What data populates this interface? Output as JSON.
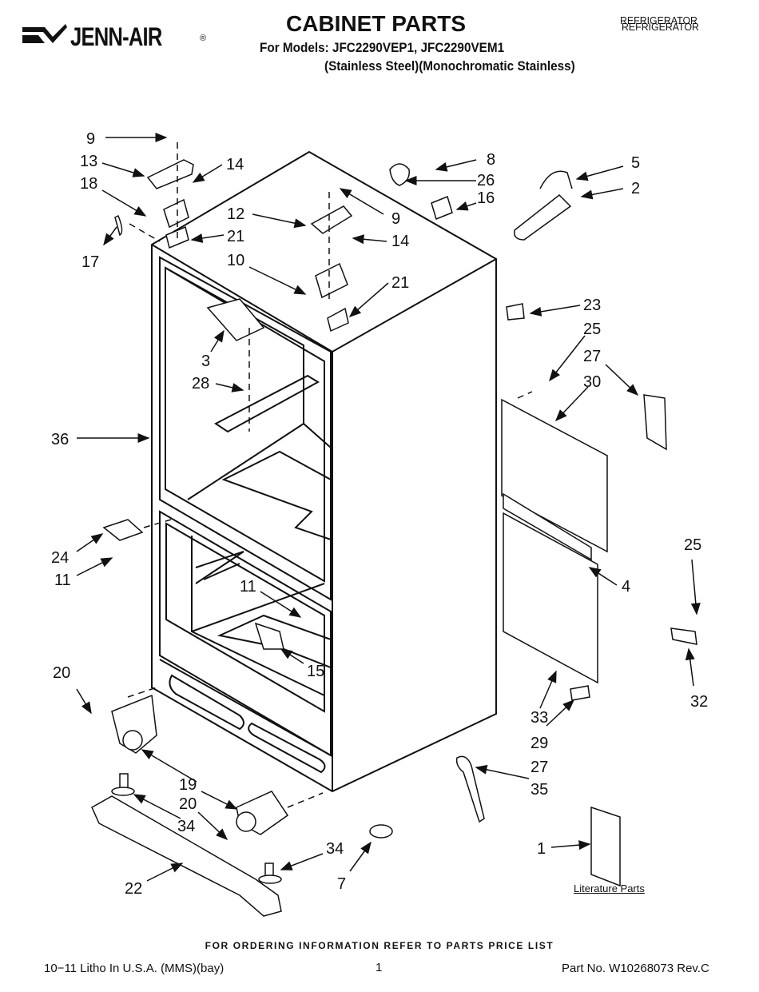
{
  "header": {
    "brand": "JENN-AIR",
    "brand_mark": "®",
    "title": "CABINET PARTS",
    "models_line1": "For Models: JFC2290VEP1, JFC2290VEM1",
    "models_line2": "(Stainless Steel)(Monochromatic Stainless)",
    "category": "REFRIGERATOR"
  },
  "callouts": {
    "c9a": "9",
    "c13": "13",
    "c18": "18",
    "c17": "17",
    "c14a": "14",
    "c21a": "21",
    "c12": "12",
    "c9b": "9",
    "c14b": "14",
    "c10": "10",
    "c21b": "21",
    "c8": "8",
    "c26": "26",
    "c16": "16",
    "c5": "5",
    "c2": "2",
    "c3": "3",
    "c28": "28",
    "c36": "36",
    "c23": "23",
    "c25a": "25",
    "c27a": "27",
    "c30": "30",
    "c24": "24",
    "c11a": "11",
    "c11b": "11",
    "c15": "15",
    "c4": "4",
    "c25b": "25",
    "c32": "32",
    "c20a": "20",
    "c19": "19",
    "c20b": "20",
    "c34a": "34",
    "c34b": "34",
    "c33": "33",
    "c29": "29",
    "c27b": "27",
    "c35": "35",
    "c22": "22",
    "c7": "7",
    "c1": "1"
  },
  "literature_label": "Literature Parts",
  "footer": {
    "ordering_note": "FOR ORDERING INFORMATION REFER TO PARTS PRICE LIST",
    "litho": "10−11 Litho In U.S.A. (MMS)(bay)",
    "page_number": "1",
    "part_number": "Part No. W10268073 Rev.C"
  }
}
